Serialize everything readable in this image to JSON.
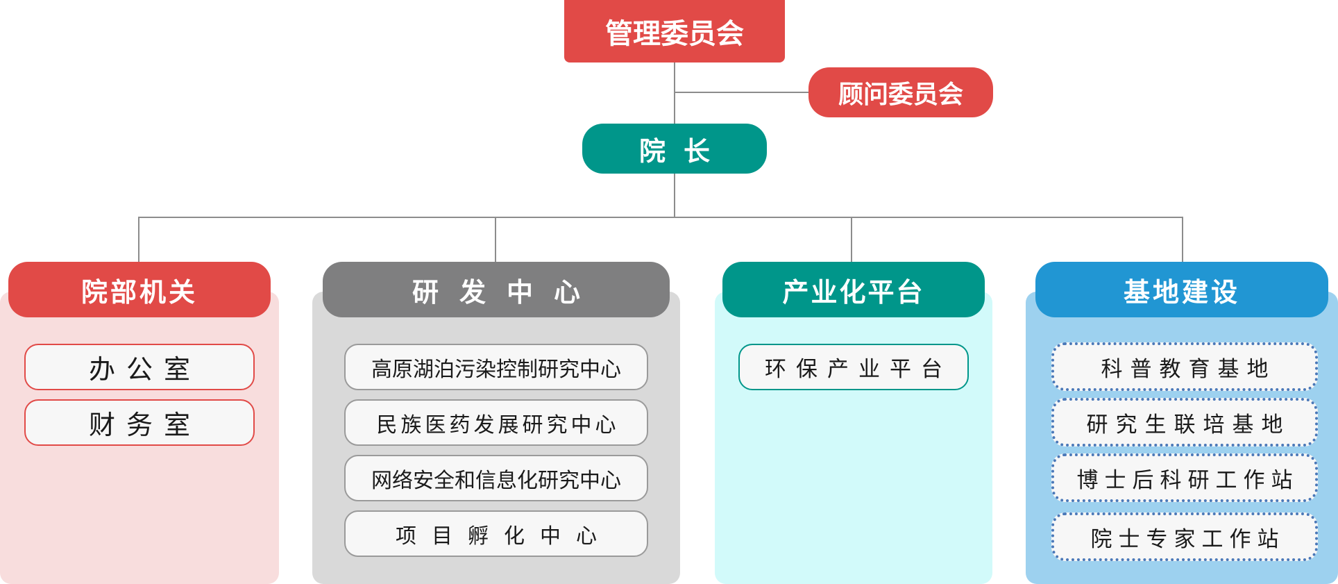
{
  "colors": {
    "red": "#e14a47",
    "teal": "#00968a",
    "gray": "#7f7f80",
    "blue": "#2196d3",
    "connector": "#8c8c8c",
    "panel_red": "#f8dddd",
    "panel_gray": "#d9d9d9",
    "panel_teal": "#d2fafa",
    "panel_blue": "#9dd1ef"
  },
  "top": {
    "management_committee": "管理委员会",
    "advisory_committee": "顾问委员会",
    "president": "院长"
  },
  "departments": [
    {
      "title": "院部机关",
      "items": [
        "办公室",
        "财务室"
      ]
    },
    {
      "title": "研发中心",
      "items": [
        "高原湖泊污染控制研究中心",
        "民族医药发展研究中心",
        "网络安全和信息化研究中心",
        "项目孵化中心"
      ]
    },
    {
      "title": "产业化平台",
      "items": [
        "环保产业平台"
      ]
    },
    {
      "title": "基地建设",
      "items": [
        "科普教育基地",
        "研究生联培基地",
        "博士后科研工作站",
        "院士专家工作站"
      ]
    }
  ]
}
